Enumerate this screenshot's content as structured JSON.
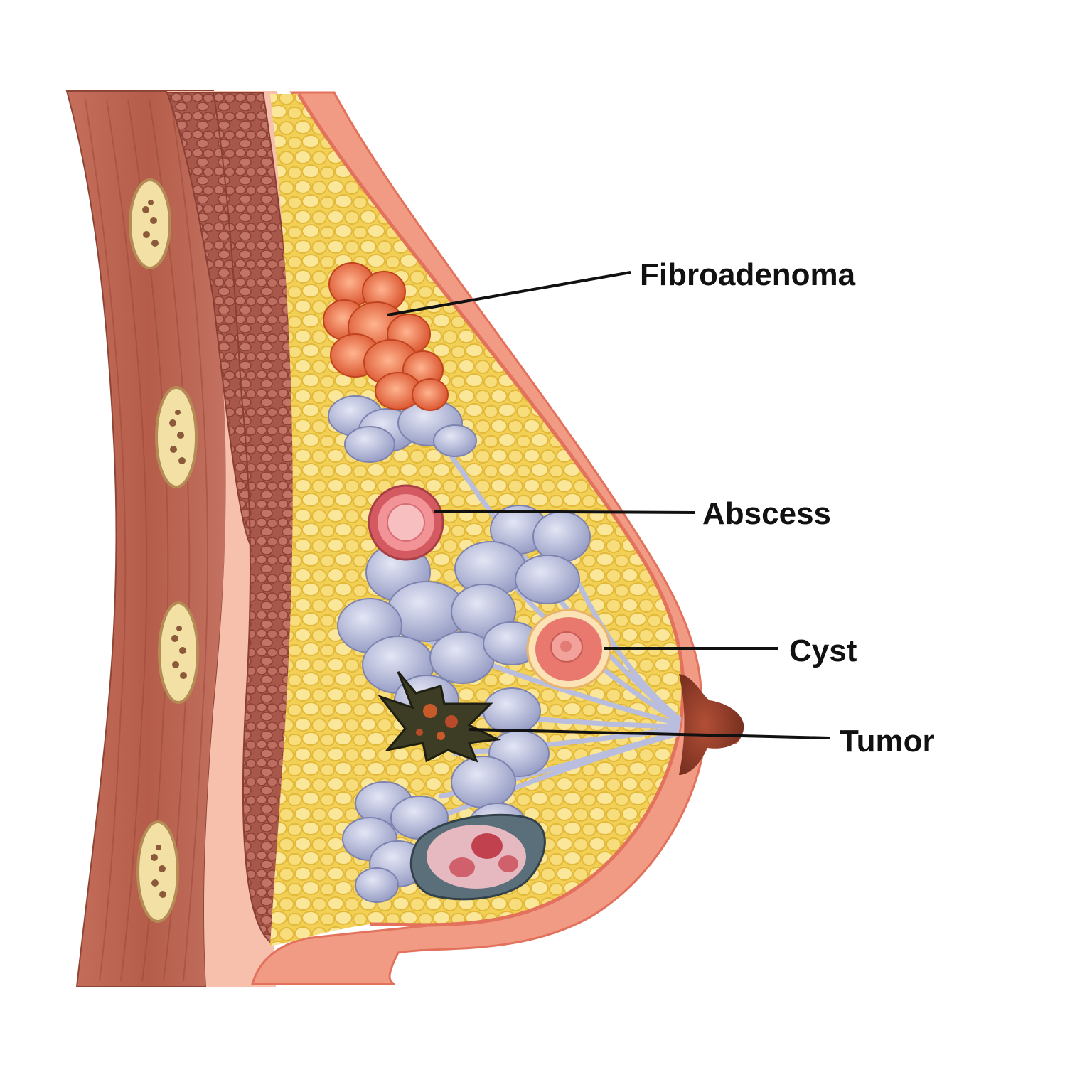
{
  "diagram": {
    "labels": {
      "fibroadenoma": "Fibroadenoma",
      "abscess": "Abscess",
      "cyst": "Cyst",
      "tumor": "Tumor"
    },
    "colors": {
      "background": "#ffffff",
      "muscle": "#b8614d",
      "muscle_dark": "#9c4a3a",
      "fascia": "#f6c0ad",
      "fat": "#f2cf55",
      "fat_light": "#fbe79a",
      "skin": "#f19a84",
      "skin_edge": "#e2725c",
      "nipple": "#8c3a28",
      "lobule": "#a4a9cc",
      "lobule_light": "#d6d9ee",
      "fibroadenoma": "#e8663b",
      "abscess": "#e46a72",
      "cyst": "#e9796f",
      "tumor": "#3c3d24",
      "leader_line": "#111111"
    }
  }
}
